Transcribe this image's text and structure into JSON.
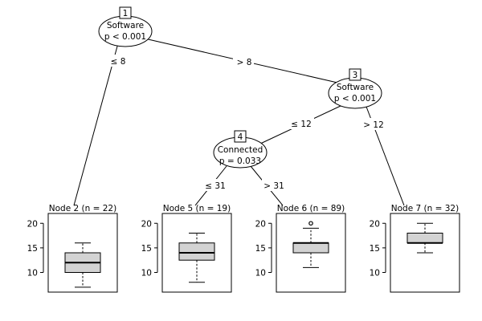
{
  "inner_nodes": [
    {
      "id": "1",
      "variable": "Software",
      "pvalue": "p < 0.001"
    },
    {
      "id": "3",
      "variable": "Software",
      "pvalue": "p < 0.001"
    },
    {
      "id": "4",
      "variable": "Connected",
      "pvalue": "p = 0.033"
    }
  ],
  "edges": [
    {
      "from": "1",
      "to": "2",
      "label": "≤ 8"
    },
    {
      "from": "1",
      "to": "3",
      "label": "> 8"
    },
    {
      "from": "3",
      "to": "4",
      "label": "≤ 12"
    },
    {
      "from": "3",
      "to": "7",
      "label": "> 12"
    },
    {
      "from": "4",
      "to": "5",
      "label": "≤ 31"
    },
    {
      "from": "4",
      "to": "6",
      "label": "> 31"
    }
  ],
  "chart_data": {
    "type": "boxplot",
    "y_ticks": [
      "10",
      "15",
      "20"
    ],
    "ylim": [
      6,
      22
    ],
    "terminals": [
      {
        "id": "2",
        "title": "Node 2 (n = 22)",
        "q1": 10,
        "median": 12,
        "q3": 14,
        "whisker_low": 7,
        "whisker_high": 16,
        "outliers": []
      },
      {
        "id": "5",
        "title": "Node 5 (n = 19)",
        "q1": 12.5,
        "median": 14,
        "q3": 16,
        "whisker_low": 8,
        "whisker_high": 18,
        "outliers": []
      },
      {
        "id": "6",
        "title": "Node 6 (n = 89)",
        "q1": 14,
        "median": 16,
        "q3": 16,
        "whisker_low": 11,
        "whisker_high": 19,
        "outliers": [
          20
        ]
      },
      {
        "id": "7",
        "title": "Node 7 (n = 32)",
        "q1": 16,
        "median": 16,
        "q3": 18,
        "whisker_low": 14,
        "whisker_high": 20,
        "outliers": []
      }
    ]
  }
}
